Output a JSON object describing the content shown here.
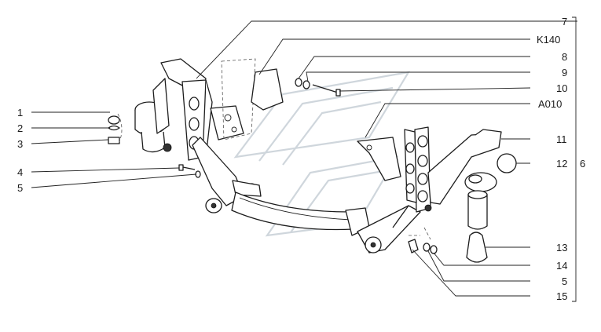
{
  "labels": {
    "l1": "1",
    "l2": "2",
    "l3": "3",
    "l4": "4",
    "l5a": "5",
    "l5b": "5",
    "l6": "6",
    "l7": "7",
    "l8": "8",
    "l9": "9",
    "l10": "10",
    "l11": "11",
    "l12": "12",
    "l13": "13",
    "l14": "14",
    "l15": "15",
    "k140": "K140",
    "a010": "A010"
  }
}
